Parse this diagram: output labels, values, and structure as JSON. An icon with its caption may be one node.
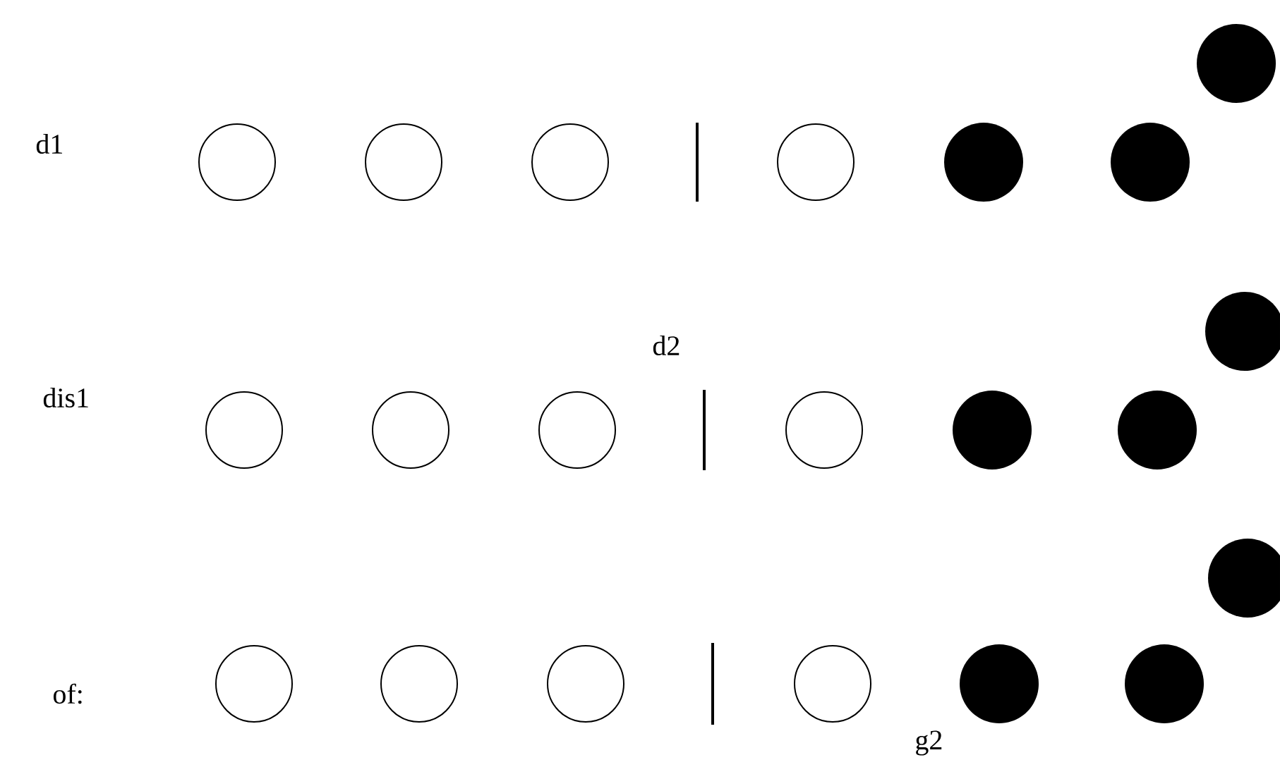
{
  "diagram": {
    "nodes": [
      {
        "text": [],
        "shape": "dot"
      },
      {
        "text": [],
        "shape": "circle"
      },
      {
        "text": [],
        "shape": "circle"
      },
      {
        "text": [],
        "shape": "circle"
      },
      {
        "text": [],
        "shape": "bar"
      },
      {
        "text": [],
        "shape": "circle"
      },
      {
        "text": [],
        "shape": "dot"
      },
      {
        "text": [],
        "shape": "dot"
      },
      {
        "text": [],
        "shape": "dot"
      },
      {
        "text": [],
        "shape": "circle"
      },
      {
        "text": [],
        "shape": "circle"
      },
      {
        "text": [],
        "shape": "circle"
      },
      {
        "text": [],
        "shape": "bar"
      },
      {
        "text": [],
        "shape": "circle"
      },
      {
        "text": [],
        "shape": "dot"
      },
      {
        "text": [],
        "shape": "dot"
      },
      {
        "text": [],
        "shape": "dot"
      },
      {
        "text": [],
        "shape": "circle"
      },
      {
        "text": [],
        "shape": "circle"
      },
      {
        "text": [],
        "shape": "circle"
      },
      {
        "text": [],
        "shape": "bar"
      },
      {
        "text": [],
        "shape": "circle"
      },
      {
        "text": [],
        "shape": "dot"
      },
      {
        "text": [],
        "shape": "dot"
      }
    ],
    "labels": [
      "d1",
      "d2",
      "dis1",
      "of:",
      "g2"
    ]
  }
}
